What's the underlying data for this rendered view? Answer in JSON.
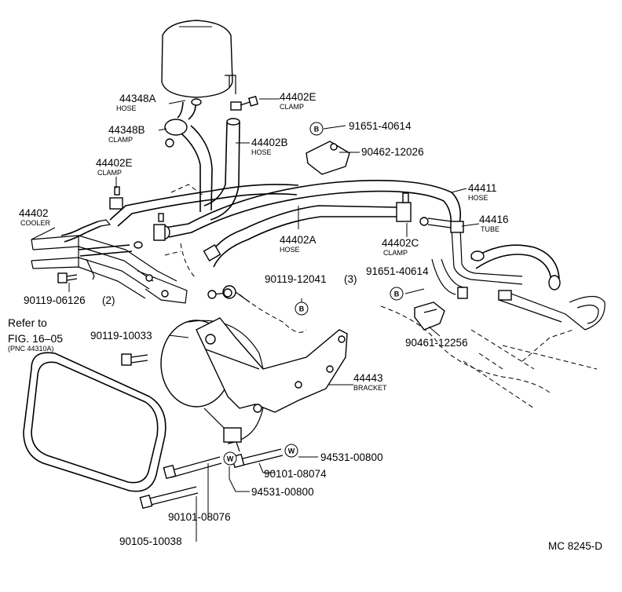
{
  "callouts": {
    "p44348A": {
      "number": "44348A",
      "name": "HOSE"
    },
    "p44402E_top": {
      "number": "44402E",
      "name": "CLAMP"
    },
    "p44348B": {
      "number": "44348B",
      "name": "CLAMP"
    },
    "p44402B": {
      "number": "44402B",
      "name": "HOSE"
    },
    "p44402E_left": {
      "number": "44402E",
      "name": "CLAMP"
    },
    "p44402": {
      "number": "44402",
      "name": "COOLER"
    },
    "p44411": {
      "number": "44411",
      "name": "HOSE"
    },
    "p44416": {
      "number": "44416",
      "name": "TUBE"
    },
    "p44402A": {
      "number": "44402A",
      "name": "HOSE"
    },
    "p44402C": {
      "number": "44402C",
      "name": "CLAMP"
    },
    "p44443": {
      "number": "44443",
      "name": "BRACKET"
    }
  },
  "numbers": {
    "n91651_40614_top": "91651-40614",
    "n90462_12026": "90462-12026",
    "n90119_12041": "90119-12041",
    "n90119_12041_qty": "(3)",
    "n91651_40614_mid": "91651-40614",
    "n90119_06126": "90119-06126",
    "n90119_06126_qty": "(2)",
    "n90119_10033": "90119-10033",
    "n90461_12256": "90461-12256",
    "n94531_00800_right": "94531-00800",
    "n90101_08074": "90101-08074",
    "n94531_00800_left": "94531-00800",
    "n90101_08076": "90101-08076",
    "n90105_10038": "90105-10038"
  },
  "refer": {
    "line1": "Refer to",
    "line2": "FIG. 16–05",
    "line3": "(PNC 44310A)"
  },
  "markers": {
    "bolt": "B",
    "washer": "W"
  },
  "diagram_code": "MC 8245-D"
}
